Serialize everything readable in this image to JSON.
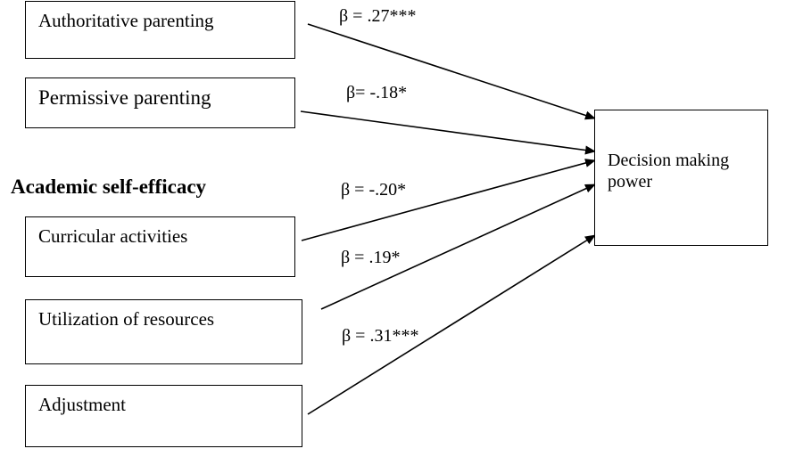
{
  "predictors": [
    {
      "label": "Authoritative parenting"
    },
    {
      "label": "Permissive parenting"
    },
    {
      "label": "Curricular activities"
    },
    {
      "label": "Utilization of resources"
    },
    {
      "label": "Adjustment"
    }
  ],
  "section_heading": "Academic self-efficacy",
  "outcome": {
    "label": "Decision making power"
  },
  "coefficients": [
    {
      "text": "β = .27***"
    },
    {
      "text": "β= -.18*"
    },
    {
      "text": "β = -.20*"
    },
    {
      "text": "β = .19*"
    },
    {
      "text": "β = .31***"
    }
  ]
}
